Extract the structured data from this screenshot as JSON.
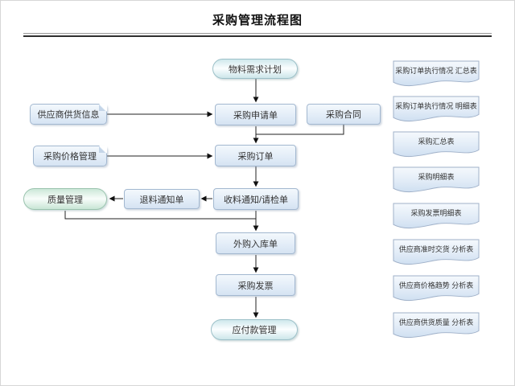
{
  "title": "采购管理流程图",
  "flow": {
    "material_plan": "物料需求计划",
    "purchase_request": "采购申请单",
    "purchase_order": "采购订单",
    "receive_notice": "收料通知/请检单",
    "warehouse_entry": "外购入库单",
    "purchase_invoice": "采购发票",
    "payable_mgmt": "应付款管理"
  },
  "side": {
    "supplier_info": "供应商供货信息",
    "contract": "采购合同",
    "price_mgmt": "采购价格管理",
    "quality_mgmt": "质量管理",
    "return_notice": "退料通知单"
  },
  "reports": [
    {
      "label": "采购订单执行情况 汇总表"
    },
    {
      "label": "采购订单执行情况 明细表"
    },
    {
      "label": "采购汇总表"
    },
    {
      "label": "采购明细表"
    },
    {
      "label": "采购发票明细表"
    },
    {
      "label": "供应商准时交货 分析表"
    },
    {
      "label": "供应商价格趋势 分析表"
    },
    {
      "label": "供应商供货质量 分析表"
    }
  ],
  "colors": {
    "rect_fill": "#e3edf8",
    "rect_border": "#a3b8d0",
    "stadium_fill": "#cfe8ec",
    "quality_fill": "#cbe7d8",
    "document_fill": "#e0eaf6",
    "connector": "#111111"
  }
}
